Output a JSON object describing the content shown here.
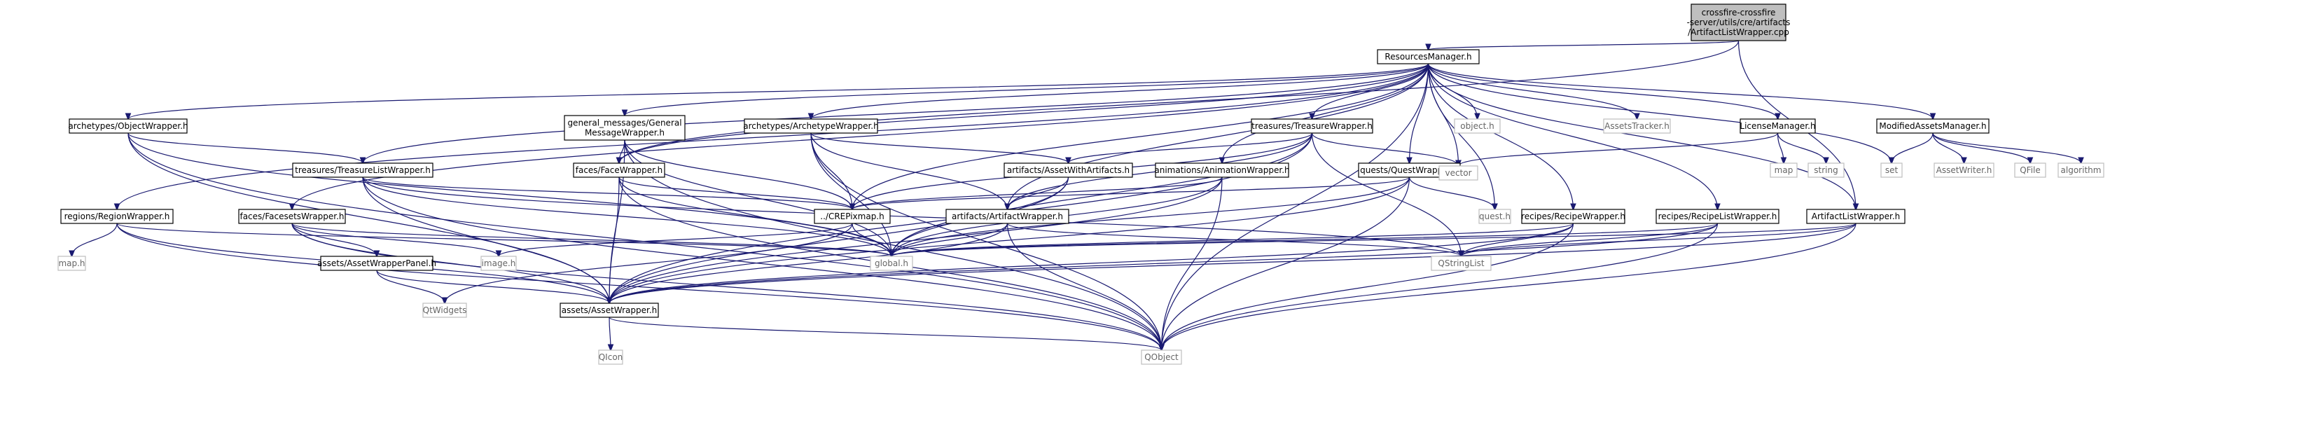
{
  "graph": {
    "root": "crossfire-crossfire-server/utils/cre/artifacts/ArtifactListWrapper.cpp",
    "nodes": [
      {
        "id": "root",
        "label": [
          "crossfire-crossfire",
          "-server/utils/cre/artifacts",
          "/ArtifactListWrapper.cpp"
        ],
        "kind": "root"
      },
      {
        "id": "rm",
        "label": [
          "ResourcesManager.h"
        ],
        "kind": "doc"
      },
      {
        "id": "objw",
        "label": [
          "archetypes/ObjectWrapper.h"
        ],
        "kind": "doc"
      },
      {
        "id": "gmw",
        "label": [
          "general_messages/General",
          "MessageWrapper.h"
        ],
        "kind": "doc"
      },
      {
        "id": "arw",
        "label": [
          "archetypes/ArchetypeWrapper.h"
        ],
        "kind": "doc"
      },
      {
        "id": "trw",
        "label": [
          "treasures/TreasureWrapper.h"
        ],
        "kind": "doc"
      },
      {
        "id": "objh",
        "label": [
          "object.h"
        ],
        "kind": "sys"
      },
      {
        "id": "at",
        "label": [
          "AssetsTracker.h"
        ],
        "kind": "sys"
      },
      {
        "id": "lm",
        "label": [
          "LicenseManager.h"
        ],
        "kind": "doc"
      },
      {
        "id": "mam",
        "label": [
          "ModifiedAssetsManager.h"
        ],
        "kind": "doc"
      },
      {
        "id": "tlw",
        "label": [
          "treasures/TreasureListWrapper.h"
        ],
        "kind": "doc"
      },
      {
        "id": "fw",
        "label": [
          "faces/FaceWrapper.h"
        ],
        "kind": "doc"
      },
      {
        "id": "awa",
        "label": [
          "artifacts/AssetWithArtifacts.h"
        ],
        "kind": "doc"
      },
      {
        "id": "anw",
        "label": [
          "animations/AnimationWrapper.h"
        ],
        "kind": "doc"
      },
      {
        "id": "qw",
        "label": [
          "quests/QuestWrapper.h"
        ],
        "kind": "doc"
      },
      {
        "id": "vec",
        "label": [
          "vector"
        ],
        "kind": "sys"
      },
      {
        "id": "map",
        "label": [
          "map"
        ],
        "kind": "sys"
      },
      {
        "id": "str",
        "label": [
          "string"
        ],
        "kind": "sys"
      },
      {
        "id": "set",
        "label": [
          "set"
        ],
        "kind": "sys"
      },
      {
        "id": "aw",
        "label": [
          "AssetWriter.h"
        ],
        "kind": "sys"
      },
      {
        "id": "qf",
        "label": [
          "QFile"
        ],
        "kind": "sys"
      },
      {
        "id": "alg",
        "label": [
          "algorithm"
        ],
        "kind": "sys"
      },
      {
        "id": "rgw",
        "label": [
          "regions/RegionWrapper.h"
        ],
        "kind": "doc"
      },
      {
        "id": "fsw",
        "label": [
          "faces/FacesetsWrapper.h"
        ],
        "kind": "doc"
      },
      {
        "id": "cre",
        "label": [
          "../CREPixmap.h"
        ],
        "kind": "doc"
      },
      {
        "id": "afw",
        "label": [
          "artifacts/ArtifactWrapper.h"
        ],
        "kind": "doc"
      },
      {
        "id": "rcw",
        "label": [
          "recipes/RecipeWrapper.h"
        ],
        "kind": "doc"
      },
      {
        "id": "rlw",
        "label": [
          "recipes/RecipeListWrapper.h"
        ],
        "kind": "doc"
      },
      {
        "id": "alw",
        "label": [
          "ArtifactListWrapper.h"
        ],
        "kind": "doc"
      },
      {
        "id": "quest",
        "label": [
          "quest.h"
        ],
        "kind": "sys"
      },
      {
        "id": "maph",
        "label": [
          "map.h"
        ],
        "kind": "sys"
      },
      {
        "id": "imgh",
        "label": [
          "image.h"
        ],
        "kind": "sys"
      },
      {
        "id": "awp",
        "label": [
          "assets/AssetWrapperPanel.h"
        ],
        "kind": "doc"
      },
      {
        "id": "glob",
        "label": [
          "global.h"
        ],
        "kind": "sys"
      },
      {
        "id": "qsl",
        "label": [
          "QStringList"
        ],
        "kind": "sys"
      },
      {
        "id": "qtw",
        "label": [
          "QtWidgets"
        ],
        "kind": "sys"
      },
      {
        "id": "awr",
        "label": [
          "assets/AssetWrapper.h"
        ],
        "kind": "doc"
      },
      {
        "id": "qicon",
        "label": [
          "QIcon"
        ],
        "kind": "sys"
      },
      {
        "id": "qobj",
        "label": [
          "QObject"
        ],
        "kind": "sys"
      }
    ],
    "edges": [
      [
        "root",
        "rm"
      ],
      [
        "root",
        "fw"
      ],
      [
        "root",
        "alw"
      ],
      [
        "rm",
        "objw"
      ],
      [
        "rm",
        "gmw"
      ],
      [
        "rm",
        "arw"
      ],
      [
        "rm",
        "trw"
      ],
      [
        "rm",
        "objh"
      ],
      [
        "rm",
        "at"
      ],
      [
        "rm",
        "lm"
      ],
      [
        "rm",
        "mam"
      ],
      [
        "rm",
        "tlw"
      ],
      [
        "rm",
        "fw"
      ],
      [
        "rm",
        "anw"
      ],
      [
        "rm",
        "qw"
      ],
      [
        "rm",
        "rgw"
      ],
      [
        "rm",
        "fsw"
      ],
      [
        "rm",
        "rcw"
      ],
      [
        "rm",
        "rlw"
      ],
      [
        "rm",
        "afw"
      ],
      [
        "rm",
        "alw"
      ],
      [
        "rm",
        "set"
      ],
      [
        "rm",
        "vec"
      ],
      [
        "rm",
        "quest"
      ],
      [
        "rm",
        "qobj"
      ],
      [
        "rm",
        "cre"
      ],
      [
        "objw",
        "tlw"
      ],
      [
        "objw",
        "awr"
      ],
      [
        "objw",
        "glob"
      ],
      [
        "objw",
        "qobj"
      ],
      [
        "gmw",
        "fw"
      ],
      [
        "gmw",
        "awr"
      ],
      [
        "gmw",
        "cre"
      ],
      [
        "gmw",
        "glob"
      ],
      [
        "gmw",
        "qobj"
      ],
      [
        "arw",
        "awa"
      ],
      [
        "arw",
        "afw"
      ],
      [
        "arw",
        "cre"
      ],
      [
        "arw",
        "glob"
      ],
      [
        "arw",
        "qobj"
      ],
      [
        "trw",
        "awa"
      ],
      [
        "trw",
        "afw"
      ],
      [
        "trw",
        "cre"
      ],
      [
        "trw",
        "glob"
      ],
      [
        "trw",
        "vec"
      ],
      [
        "trw",
        "qsl"
      ],
      [
        "trw",
        "awr"
      ],
      [
        "lm",
        "vec"
      ],
      [
        "lm",
        "map"
      ],
      [
        "lm",
        "str"
      ],
      [
        "mam",
        "set"
      ],
      [
        "mam",
        "aw"
      ],
      [
        "mam",
        "qf"
      ],
      [
        "mam",
        "alg"
      ],
      [
        "tlw",
        "cre"
      ],
      [
        "tlw",
        "glob"
      ],
      [
        "tlw",
        "awr"
      ],
      [
        "tlw",
        "qobj"
      ],
      [
        "tlw",
        "qsl"
      ],
      [
        "fw",
        "cre"
      ],
      [
        "fw",
        "glob"
      ],
      [
        "fw",
        "awr"
      ],
      [
        "fw",
        "qobj"
      ],
      [
        "awa",
        "afw"
      ],
      [
        "awa",
        "glob"
      ],
      [
        "awa",
        "awr"
      ],
      [
        "anw",
        "cre"
      ],
      [
        "anw",
        "glob"
      ],
      [
        "anw",
        "awr"
      ],
      [
        "anw",
        "qobj"
      ],
      [
        "qw",
        "cre"
      ],
      [
        "qw",
        "quest"
      ],
      [
        "qw",
        "glob"
      ],
      [
        "qw",
        "awr"
      ],
      [
        "qw",
        "qobj"
      ],
      [
        "rgw",
        "maph"
      ],
      [
        "rgw",
        "glob"
      ],
      [
        "rgw",
        "awr"
      ],
      [
        "rgw",
        "qobj"
      ],
      [
        "fsw",
        "awp"
      ],
      [
        "fsw",
        "imgh"
      ],
      [
        "fsw",
        "glob"
      ],
      [
        "fsw",
        "awr"
      ],
      [
        "fsw",
        "qobj"
      ],
      [
        "cre",
        "imgh"
      ],
      [
        "cre",
        "glob"
      ],
      [
        "cre",
        "qtw"
      ],
      [
        "afw",
        "glob"
      ],
      [
        "afw",
        "qsl"
      ],
      [
        "afw",
        "awr"
      ],
      [
        "afw",
        "qobj"
      ],
      [
        "rcw",
        "glob"
      ],
      [
        "rcw",
        "qsl"
      ],
      [
        "rcw",
        "awr"
      ],
      [
        "rcw",
        "qobj"
      ],
      [
        "rlw",
        "glob"
      ],
      [
        "rlw",
        "qsl"
      ],
      [
        "rlw",
        "awr"
      ],
      [
        "rlw",
        "qobj"
      ],
      [
        "alw",
        "glob"
      ],
      [
        "alw",
        "qsl"
      ],
      [
        "alw",
        "awr"
      ],
      [
        "alw",
        "qobj"
      ],
      [
        "awp",
        "qtw"
      ],
      [
        "awp",
        "awr"
      ],
      [
        "awr",
        "qicon"
      ],
      [
        "awr",
        "qobj"
      ]
    ]
  }
}
